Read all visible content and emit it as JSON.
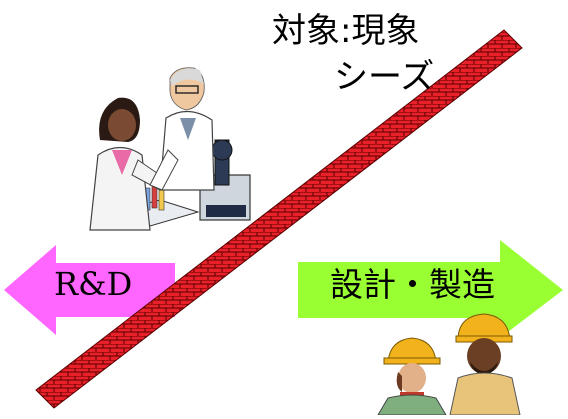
{
  "title": {
    "line1": "対象:現象",
    "line2": "シーズ"
  },
  "left_arrow": {
    "label": "R&D",
    "color": "#ff66ff",
    "direction": "left"
  },
  "right_arrow": {
    "label": "設計・製造",
    "color": "#99ff33",
    "direction": "right"
  },
  "divider": {
    "style": "brick-wall",
    "color": "#e8202a"
  },
  "illustrations": [
    {
      "name": "lab-scientists-clipart"
    },
    {
      "name": "construction-workers-clipart"
    }
  ]
}
